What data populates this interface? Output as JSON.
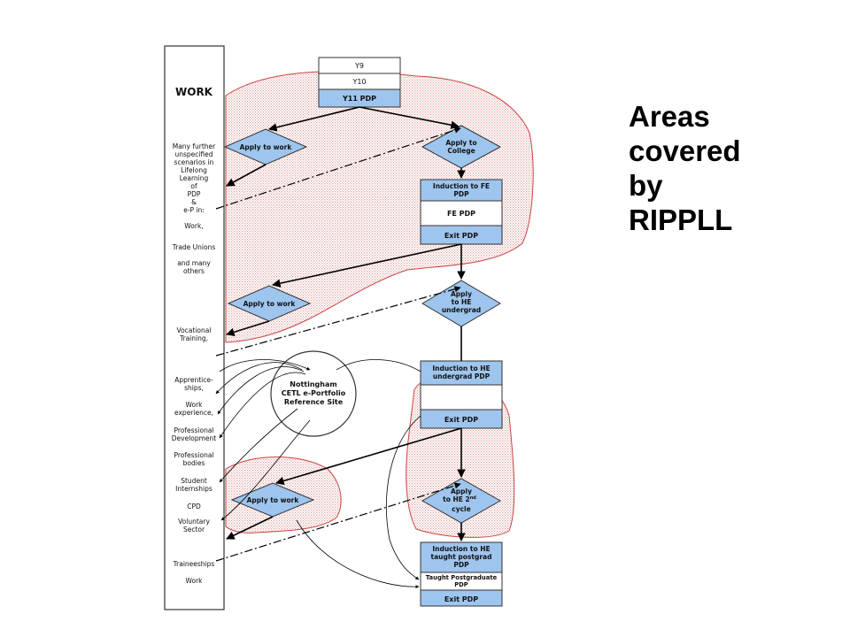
{
  "work_column": {
    "title": "WORK",
    "intro_lines": [
      "Many further",
      "unspecified",
      "scenarios in",
      "Lifelong",
      "Learning",
      "of",
      "PDP",
      "&",
      "e-P in:"
    ],
    "items": [
      [
        "Work,"
      ],
      [
        "Trade Unions"
      ],
      [
        "and many",
        "others"
      ],
      [
        "Vocational",
        "Training,"
      ],
      [
        "Apprentice-",
        "ships,"
      ],
      [
        "Work",
        "experience,"
      ],
      [
        "Professional",
        "Development"
      ],
      [
        "Professional",
        "bodies"
      ],
      [
        "Student",
        "Internships"
      ],
      [
        "CPD"
      ],
      [
        "Voluntary",
        "Sector"
      ],
      [
        "Traineeships"
      ],
      [
        "Work"
      ]
    ]
  },
  "school_stack": [
    "Y9",
    "Y10",
    "Y11 PDP"
  ],
  "fe_block": {
    "induction": [
      "Induction to FE",
      "PDP"
    ],
    "middle": "FE PDP",
    "exit": "Exit PDP"
  },
  "he_undergrad_block": {
    "induction": [
      "Induction to HE",
      "undergrad PDP"
    ],
    "exit": "Exit PDP"
  },
  "postgrad_block": {
    "induction": [
      "Induction to HE",
      "taught postgrad",
      "PDP"
    ],
    "middle": [
      "Taught Postgraduate",
      "PDP"
    ],
    "exit": "Exit PDP"
  },
  "decisions": {
    "apply_work_1": [
      "Apply to work"
    ],
    "apply_college": [
      "Apply to",
      "College"
    ],
    "apply_work_2": [
      "Apply to work"
    ],
    "apply_he_undergrad": [
      "Apply",
      "to HE",
      "undergrad"
    ],
    "apply_work_3": [
      "Apply to work"
    ],
    "apply_he_2nd": {
      "line1": "Apply",
      "line2": "to HE 2",
      "superscript": "nd",
      "line3": "cycle"
    }
  },
  "reference_site": [
    "Nottingham",
    "CETL e-Portfolio",
    "Reference Site"
  ],
  "side_note": [
    "Areas",
    "covered",
    "by",
    "RIPPLL"
  ],
  "colors": {
    "box_fill": "#9ec5ee",
    "region_stroke": "#d05050",
    "region_dots": "#e4a8a8"
  }
}
